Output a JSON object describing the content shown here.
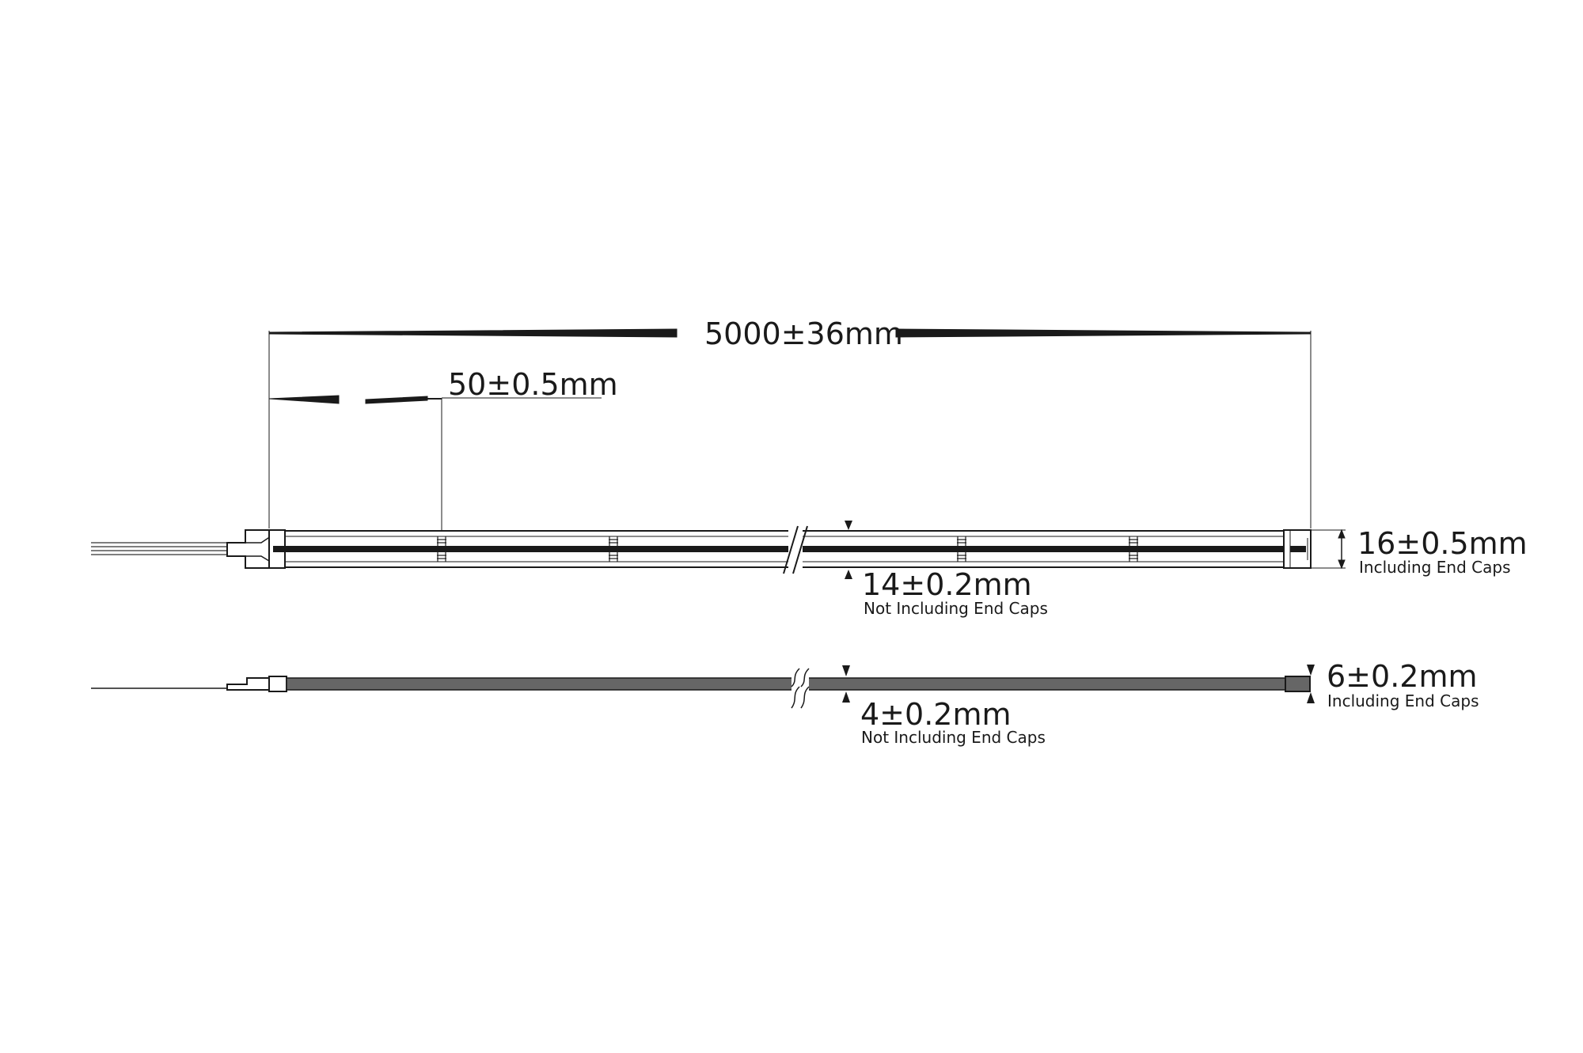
{
  "dimensions": {
    "total_length": "5000±36mm",
    "cut_length": "50±0.5mm",
    "width_with_caps": "16±0.5mm",
    "width_with_caps_note": "Including End Caps",
    "width_without_caps": "14±0.2mm",
    "width_without_caps_note": "Not Including End Caps",
    "height_with_caps": "6±0.2mm",
    "height_with_caps_note": "Including End Caps",
    "height_without_caps": "4±0.2mm",
    "height_without_caps_note": "Not Including End Caps"
  },
  "colors": {
    "line": "#1a1a1a",
    "side_profile_fill": "#666666",
    "background": "#ffffff"
  }
}
